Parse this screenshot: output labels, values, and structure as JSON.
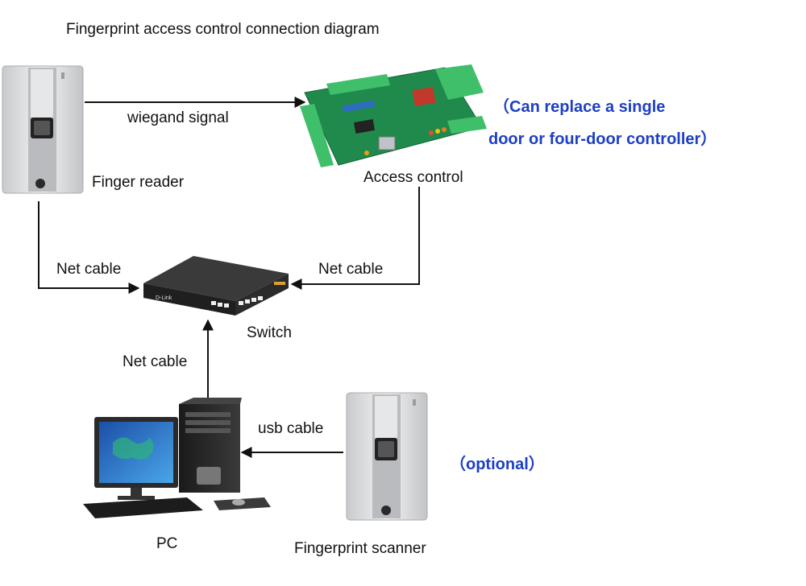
{
  "title": "Fingerprint access control connection diagram",
  "devices": {
    "finger_reader": "Finger reader",
    "access_control": "Access control",
    "switch": "Switch",
    "pc": "PC",
    "fingerprint_scanner": "Fingerprint scanner"
  },
  "connections": {
    "wiegand": "wiegand signal",
    "net_cable_reader": "Net cable",
    "net_cable_access": "Net cable",
    "net_cable_pc": "Net cable",
    "usb": "usb cable"
  },
  "notes": {
    "replace_line1": "（Can replace a single",
    "replace_line2": "door or four-door controller）",
    "optional": "（optional）"
  },
  "branding": {
    "switch_brand": "D-Link"
  },
  "colors": {
    "note_blue": "#1d3fc4",
    "pcb_green": "#1f8a4c",
    "terminal_green": "#3fbf6a",
    "switch_body": "#2b2b2b",
    "device_silver": "#d9dadc"
  }
}
